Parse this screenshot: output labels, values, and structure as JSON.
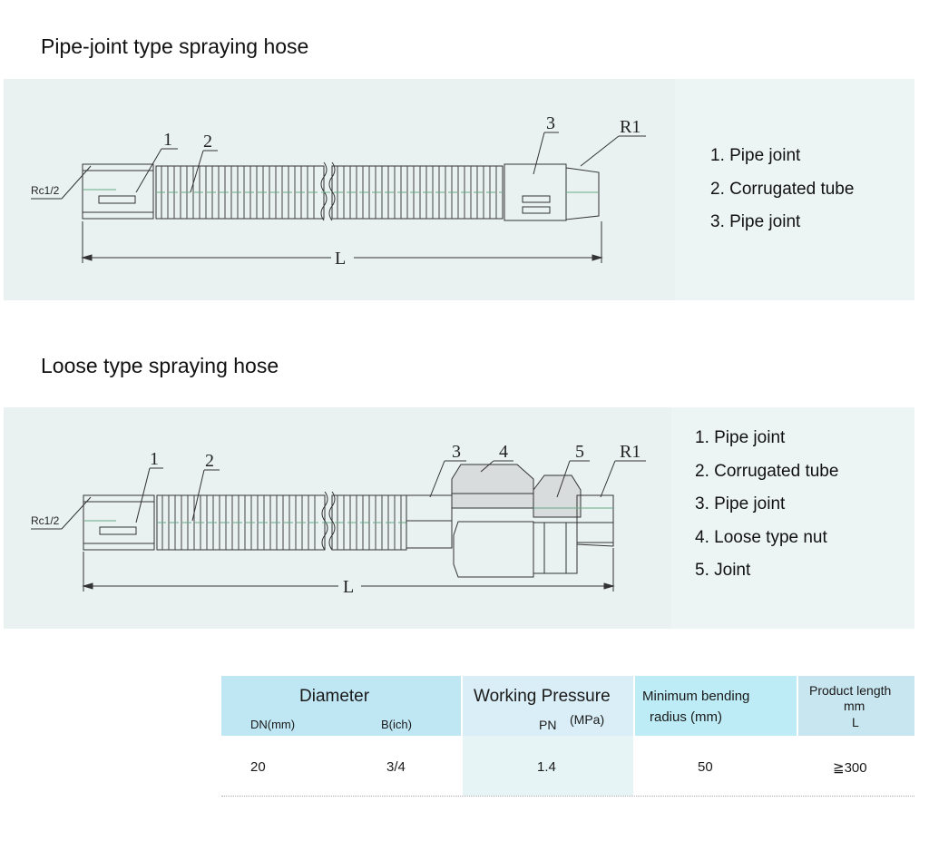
{
  "section1": {
    "title": "Pipe-joint type spraying hose",
    "legend": [
      "1. Pipe joint",
      "2. Corrugated tube",
      "3. Pipe joint"
    ],
    "labels": {
      "rc": "Rc1/2",
      "n1": "1",
      "n2": "2",
      "n3": "3",
      "r1": "R1",
      "L": "L"
    }
  },
  "section2": {
    "title": "Loose type spraying hose",
    "legend": [
      "1. Pipe joint",
      "2. Corrugated tube",
      "3. Pipe joint",
      "4. Loose type nut",
      "5. Joint"
    ],
    "labels": {
      "rc": "Rc1/2",
      "n1": "1",
      "n2": "2",
      "n3": "3",
      "n4": "4",
      "n5": "5",
      "r1": "R1",
      "L": "L"
    }
  },
  "table": {
    "headers": {
      "diameter": "Diameter",
      "dn": "DN(mm)",
      "b": "B(ich)",
      "working_pressure": "Working Pressure",
      "pn": "PN",
      "mpa": "(MPa)",
      "min_bending_1": "Minimum bending",
      "min_bending_2": "radius  (mm)",
      "product_length_1": "Product length",
      "product_length_2": "mm",
      "product_length_3": "L"
    },
    "row": {
      "dn": "20",
      "b": "3/4",
      "pn": "1.4",
      "radius": "50",
      "length": "≧300"
    }
  }
}
